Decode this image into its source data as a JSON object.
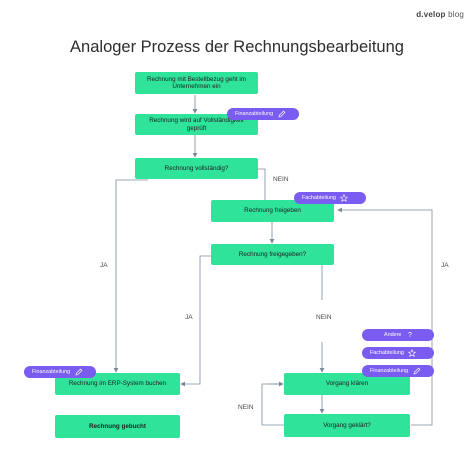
{
  "brand": {
    "name": "d.velop",
    "suffix": "blog"
  },
  "title": "Analoger Prozess der Rechnungsbearbeitung",
  "nodes": {
    "n1": "Rechnung mit Bestellbezug geht im Unternehmen ein",
    "n2": "Rechnung wird auf Vollständigkeit geprüft",
    "n3": "Rechnung vollständig?",
    "n4": "Rechnung freigeben",
    "n5": "Rechnung freigegeben?",
    "n6": "Rechnung im ERP-System buchen",
    "n7": "Rechnung gebucht",
    "n8": "Vorgang klären",
    "n9": "Vorgang geklärt?"
  },
  "tags": {
    "t1": "Finanzabteilung",
    "t2": "Fachabteilung",
    "t3": "Andere",
    "t4": "Fachabteilung",
    "t5": "Finanzabteilung",
    "t6": "Finanzabteilung"
  },
  "labels": {
    "nein1": "NEIN",
    "ja1": "JA",
    "ja2": "JA",
    "nein2": "NEIN",
    "ja3": "JA",
    "nein3": "NEIN"
  },
  "colors": {
    "box": "#2fe39a",
    "tag": "#7a5cf0",
    "line": "#7a8a9a"
  }
}
